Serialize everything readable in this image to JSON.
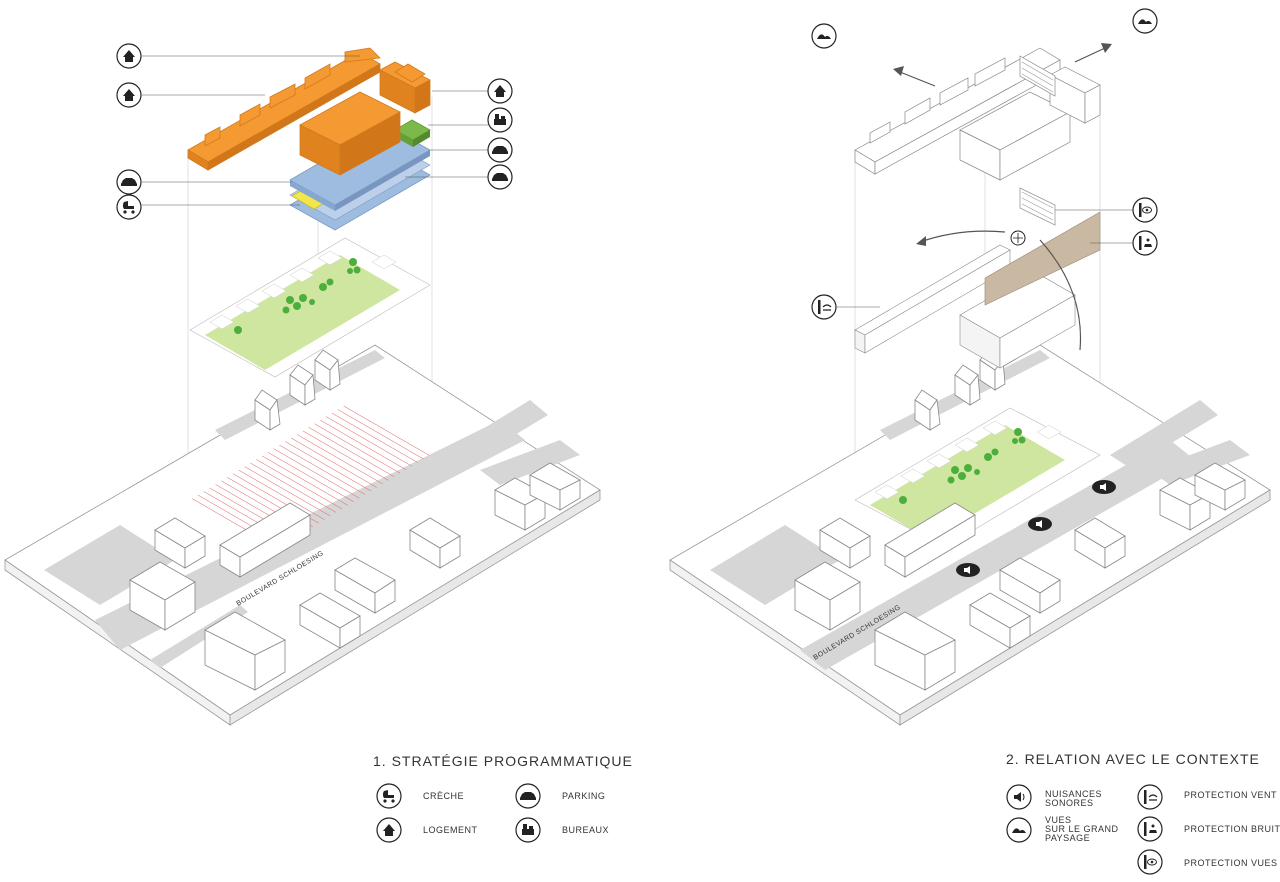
{
  "panel1": {
    "title": "1. STRATÉGIE PROGRAMMATIQUE",
    "street": "BOULEVARD SCHLOESING",
    "legend": {
      "creche": "CRÈCHE",
      "logement": "LOGEMENT",
      "parking": "PARKING",
      "bureaux": "BUREAUX"
    }
  },
  "panel2": {
    "title": "2. RELATION AVEC LE CONTEXTE",
    "street": "BOULEVARD SCHLOESING",
    "legend": {
      "nuisances_1": "NUISANCES",
      "nuisances_2": "SONORES",
      "vues_1": "VUES",
      "vues_2": "SUR LE GRAND",
      "vues_3": "PAYSAGE",
      "protection_vent": "PROTECTION VENT",
      "protection_bruit": "PROTECTION BRUIT",
      "protection_vues": "PROTECTION VUES"
    }
  },
  "colors": {
    "logement": "#F59A32",
    "parking": "#9DBCE0",
    "creche": "#F2E64A",
    "bureaux": "#7DB84A",
    "garden": "#CFE6A0",
    "tree": "#4CAF3C",
    "road": "#D6D6D6",
    "hatch": "#E06A6A",
    "protection": "#C9B8A2"
  }
}
